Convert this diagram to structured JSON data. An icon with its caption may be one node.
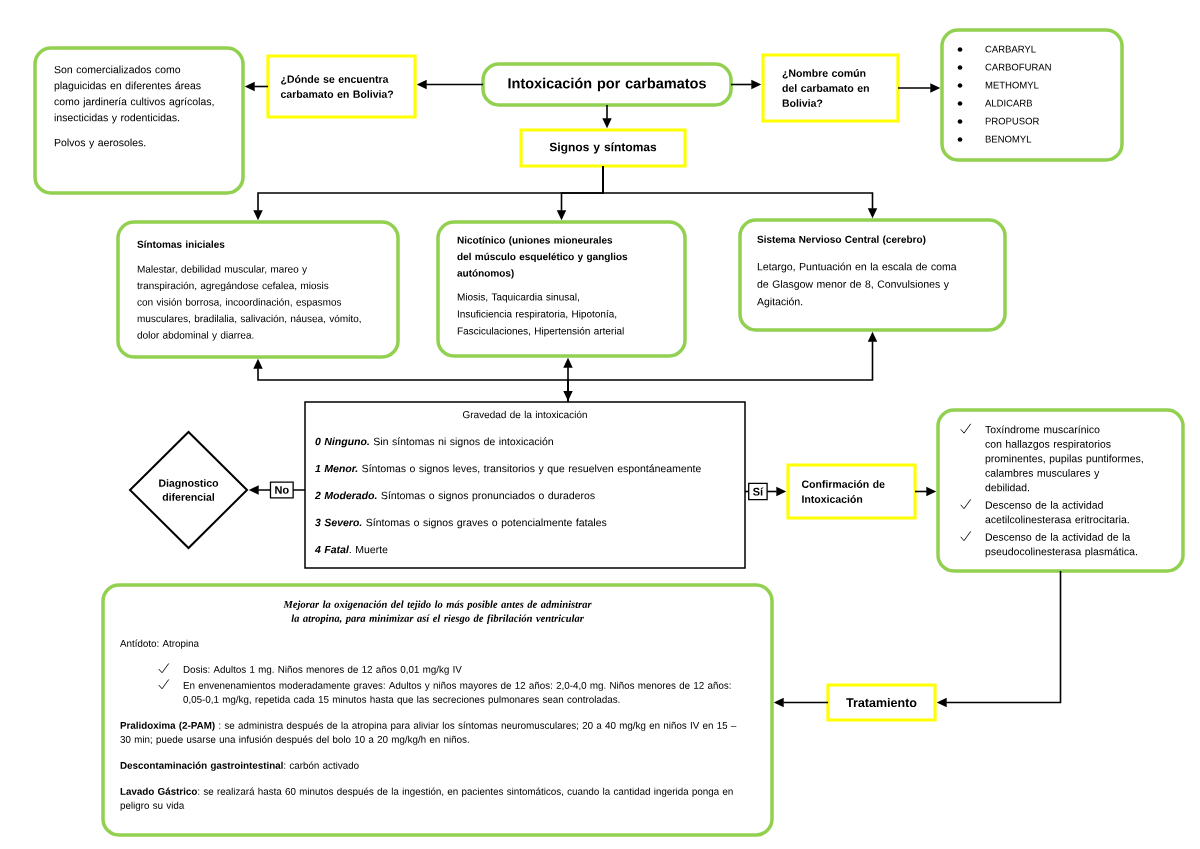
{
  "diagram": {
    "nodes": [
      {
        "text": [
          "Intoxicación por carbamatos"
        ]
      },
      {
        "text": [
          "¿Dónde se encuentra carbamato en Bolivia?"
        ]
      },
      {
        "text": [
          "Son comercializados como plaguicidas en diferentes áreas como jardinería cultivos agrícolas, insecticidas y rodenticidas.",
          "Polvos y aerosoles."
        ]
      },
      {
        "text": [
          "¿Nombre común del carbamato en Bolivia?"
        ]
      },
      {
        "text": [
          "CARBARYL",
          "CARBOFURAN",
          "METHOMYL",
          "ALDICARB",
          "PROPUSOR",
          "BENOMYL"
        ]
      },
      {
        "text": [
          "Signos y síntomas"
        ]
      },
      {
        "text": [
          "Síntomas iniciales",
          "Malestar, debilidad muscular, mareo y transpiración, agregándose cefalea, miosis con visión borrosa, incoordinación, espasmos musculares, bradilalia, salivación, náusea, vómito, dolor abdominal y diarrea."
        ]
      },
      {
        "text": [
          "Nicotínico (uniones mioneurales del músculo esquelético y ganglios autónomos)",
          "Miosis, Taquicardia sinusal, Insuficiencia respiratoria, Hipotonía, Fasciculaciones, Hipertensión arterial"
        ]
      },
      {
        "text": [
          "Sistema Nervioso Central (cerebro)",
          "Letargo, Puntuación en la escala de coma de Glasgow menor de 8, Convulsiones y Agitación."
        ]
      },
      {
        "text": [
          "Gravedad de la intoxicación",
          "*0 Ninguno.* Sin síntomas ni signos de intoxicación",
          "*1 Menor.* Síntomas o signos leves, transitorios y que resuelven espontáneamente",
          "*2 Moderado.* Síntomas o signos pronunciados o duraderos",
          "*3 Severo.* Síntomas o signos graves o potencialmente fatales",
          "*4 Fatal*. Muerte"
        ]
      },
      {
        "text": [
          "Diagnostico diferencial"
        ]
      },
      {
        "text": [
          "Confirmación de Intoxicación"
        ]
      },
      {
        "text": [
          "Toxíndrome muscarínico con hallazgos respiratorios prominentes, pupilas puntiformes, calambres musculares y debilidad.",
          "Descenso de la actividad acetilcolinesterasa eritrocitaria.",
          "Descenso de la actividad de la pseudocolinesterasa plasmática."
        ]
      },
      {
        "text": [
          "Tratamiento"
        ]
      },
      {
        "text": [
          "Mejorar la oxigenación del tejido lo más posible antes de administrar la atropina, para minimizar así el riesgo de fibrilación ventricular",
          "Antídoto: Atropina",
          "Dosis: Adultos 1 mg. Niños menores de 12 años 0,01 mg/kg IV",
          "En envenenamientos moderadamente graves: Adultos y niños mayores de 12 años: 2,0-4,0 mg. Niños menores de 12 años: 0,05-0,1 mg/kg, repetida cada 15 minutos hasta que las secreciones pulmonares sean controladas.",
          "**Pralidoxima (2-PAM)** : se administra después de la atropina para aliviar los síntomas neuromusculares; 20 a 40 mg/kg en niños IV en 15 – 30 min; puede usarse una infusión después del bolo 10 a 20 mg/kg/h en niños.",
          "**Descontaminación gastrointestinal**: carbón activado",
          "**Lavado Gástrico**: se realizará hasta 60 minutos después de la ingestión, en pacientes sintomáticos, cuando la cantidad ingerida ponga en peligro su vida"
        ]
      }
    ],
    "edges": [
      {
        "from": 0,
        "to": 1,
        "arrow": "to"
      },
      {
        "from": 1,
        "to": 2,
        "arrow": "to"
      },
      {
        "from": 0,
        "to": 3,
        "arrow": "to"
      },
      {
        "from": 3,
        "to": 4,
        "arrow": "to"
      },
      {
        "from": 0,
        "to": 5,
        "arrow": "to"
      },
      {
        "from": 5,
        "to": 6,
        "arrow": "to"
      },
      {
        "from": 5,
        "to": 7,
        "arrow": "to"
      },
      {
        "from": 5,
        "to": 8,
        "arrow": "to"
      },
      {
        "from": 9,
        "to": 6,
        "arrow": "to"
      },
      {
        "from": 9,
        "to": 7,
        "arrow": "both"
      },
      {
        "from": 9,
        "to": 8,
        "arrow": "to"
      },
      {
        "from": 9,
        "to": 10,
        "arrow": "to",
        "label": "No"
      },
      {
        "from": 9,
        "to": 11,
        "arrow": "to",
        "label": "Sí"
      },
      {
        "from": 11,
        "to": 12,
        "arrow": "to"
      },
      {
        "from": 12,
        "to": 13,
        "arrow": "to"
      },
      {
        "from": 13,
        "to": 14,
        "arrow": "to"
      }
    ]
  }
}
